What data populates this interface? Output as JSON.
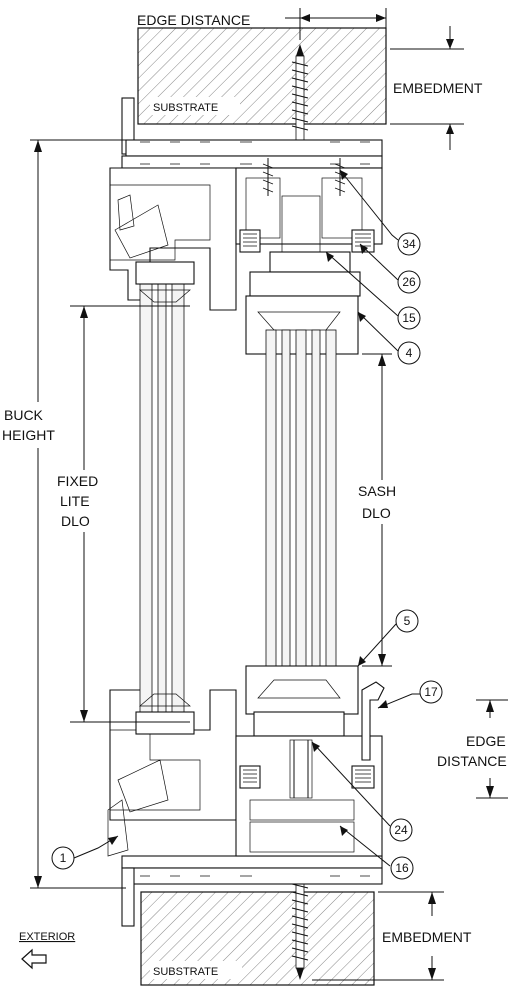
{
  "labels": {
    "edge_distance_top": "EDGE DISTANCE",
    "embedment_top": "EMBEDMENT",
    "substrate_top": "SUBSTRATE",
    "buck_height_1": "BUCK",
    "buck_height_2": "HEIGHT",
    "fixed_lite_1": "FIXED",
    "fixed_lite_2": "LITE",
    "fixed_lite_3": "DLO",
    "sash_dlo_1": "SASH",
    "sash_dlo_2": "DLO",
    "edge_distance_right_1": "EDGE",
    "edge_distance_right_2": "DISTANCE",
    "exterior": "EXTERIOR",
    "embedment_bottom": "EMBEDMENT",
    "substrate_bottom": "SUBSTRATE"
  },
  "callouts": {
    "c34": "34",
    "c26": "26",
    "c15": "15",
    "c4": "4",
    "c5": "5",
    "c17": "17",
    "c24": "24",
    "c16": "16",
    "c1": "1"
  },
  "colors": {
    "line": "#111111",
    "hatch": "#888888",
    "background": "#ffffff"
  },
  "icons": {
    "exterior_arrow": "left-arrow-icon"
  }
}
